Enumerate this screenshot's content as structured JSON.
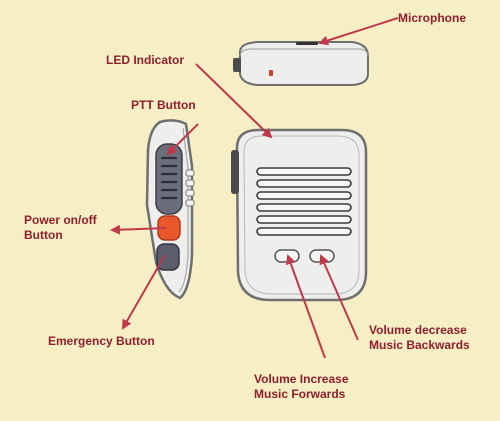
{
  "diagram": {
    "labels": {
      "microphone": "Microphone",
      "led_indicator": "LED Indicator",
      "ptt_button": "PTT Button",
      "power_line1": "Power on/off",
      "power_line2": "Button",
      "emergency_button": "Emergency Button",
      "vol_dec_line1": "Volume decrease",
      "vol_dec_line2": "Music  Backwards",
      "vol_inc_line1": "Volume Increase",
      "vol_inc_line2": "Music Forwards"
    },
    "colors": {
      "background": "#f6efc6",
      "label_text": "#8e1f2b",
      "arrow": "#c0394b",
      "device_outline": "#6f6f6f",
      "device_body": "#eeeeec",
      "power_button": "#e8582a",
      "emergency_button": "#5b5e6c"
    }
  }
}
